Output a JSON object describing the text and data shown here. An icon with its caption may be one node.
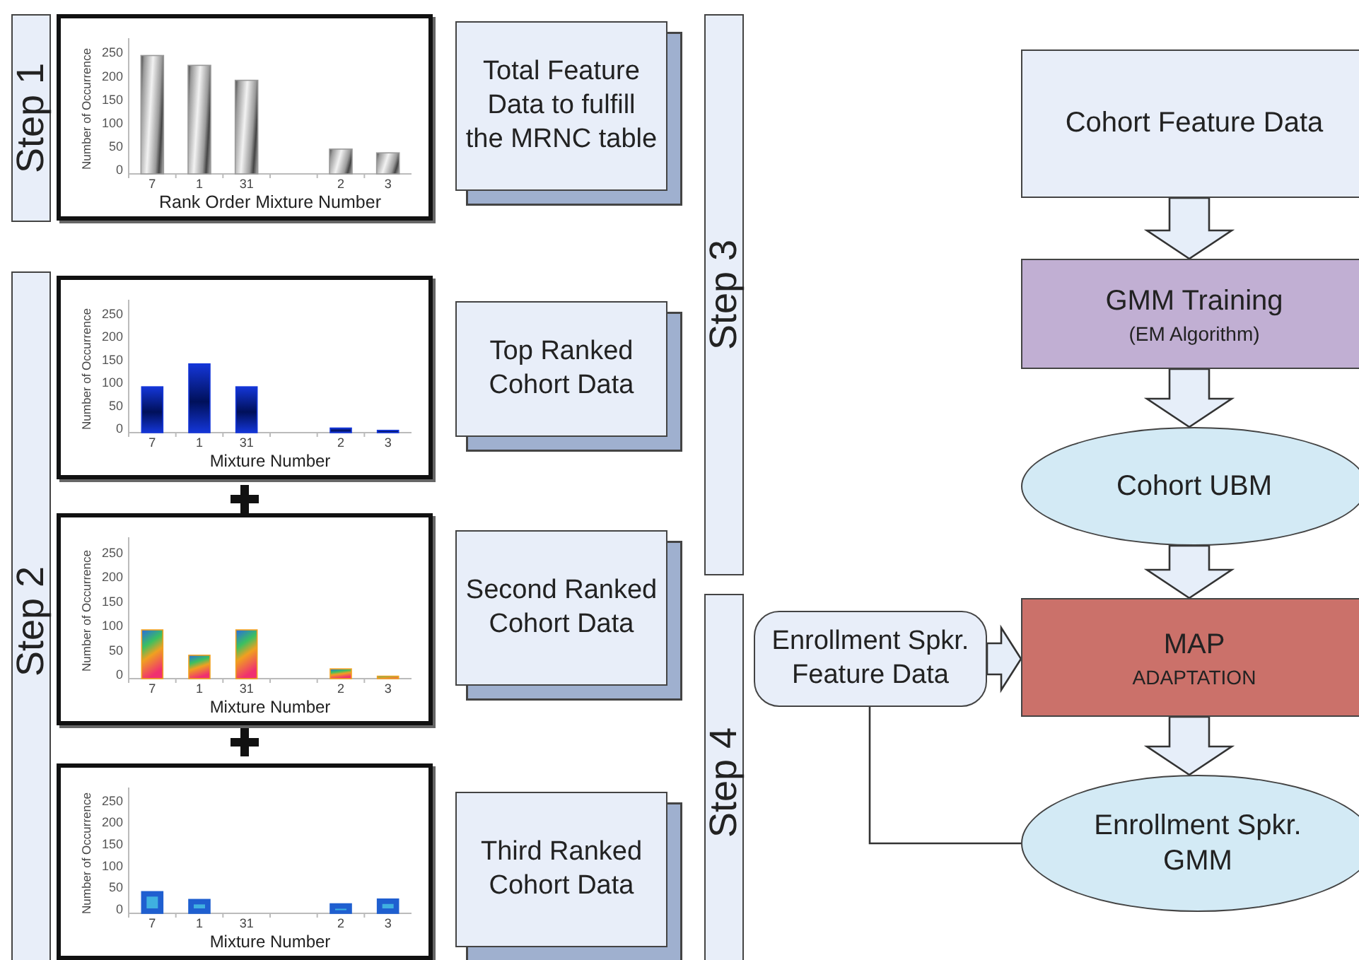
{
  "diagram": {
    "nodes": [
      {
        "text": [
          "Step 1"
        ]
      },
      {
        "text": [
          "Step 2"
        ]
      },
      {
        "text": [
          "Step 3"
        ]
      },
      {
        "text": [
          "Step 4"
        ]
      },
      {
        "text": [
          "Total Feature Data to fulfill the MRNC table"
        ]
      },
      {
        "text": [
          "Top Ranked Cohort Data"
        ]
      },
      {
        "text": [
          "Second Ranked Cohort Data"
        ]
      },
      {
        "text": [
          "Third Ranked Cohort Data"
        ]
      },
      {
        "text": [
          "Cohort Feature Data"
        ]
      },
      {
        "text": [
          "GMM Training",
          "(EM Algorithm)"
        ]
      },
      {
        "text": [
          "Cohort UBM"
        ]
      },
      {
        "text": [
          "MAP",
          "ADAPTATION"
        ]
      },
      {
        "text": [
          "Enrollment Spkr. Feature Data"
        ]
      },
      {
        "text": [
          "Enrollment Spkr. GMM"
        ]
      }
    ],
    "edges": [
      {
        "from": 8,
        "to": 9,
        "arrow": "to"
      },
      {
        "from": 9,
        "to": 10,
        "arrow": "to"
      },
      {
        "from": 10,
        "to": 11,
        "arrow": "to"
      },
      {
        "from": 12,
        "to": 11,
        "arrow": "to"
      },
      {
        "from": 11,
        "to": 13,
        "arrow": "to"
      },
      {
        "from": 12,
        "to": 13,
        "arrow": "none"
      }
    ],
    "chart_data": [
      {
        "type": "bar",
        "xlabel": "Rank Order Mixture Number",
        "ylabel": "Number of Occurrence",
        "categories": [
          "7",
          "1",
          "31",
          null,
          "2",
          "3"
        ],
        "series": [
          {
            "color": "#9a9a9a",
            "values": [
              253,
              232,
              200,
              null,
              53,
              45
            ]
          }
        ],
        "ylim": [
          0,
          290
        ],
        "yticks": [
          0,
          50,
          100,
          150,
          200,
          250
        ]
      },
      {
        "type": "bar",
        "xlabel": "Mixture Number",
        "ylabel": "Number of Occurrence",
        "categories": [
          "7",
          "1",
          "31",
          null,
          "2",
          "3"
        ],
        "series": [
          {
            "color": "#1436d8",
            "values": [
              100,
              150,
              100,
              null,
              10,
              5
            ]
          }
        ],
        "ylim": [
          0,
          290
        ],
        "yticks": [
          0,
          50,
          100,
          150,
          200,
          250
        ]
      },
      {
        "type": "bar",
        "xlabel": "Mixture Number",
        "ylabel": "Number of Occurrence",
        "categories": [
          "7",
          "1",
          "31",
          null,
          "2",
          "3"
        ],
        "series": [
          {
            "color": "#f0a020",
            "values": [
              100,
              48,
              100,
              null,
              20,
              5
            ]
          }
        ],
        "ylim": [
          0,
          290
        ],
        "yticks": [
          0,
          50,
          100,
          150,
          200,
          250
        ]
      },
      {
        "type": "bar",
        "xlabel": "Mixture Number",
        "ylabel": "Number of Occurrence",
        "categories": [
          "7",
          "1",
          "31",
          null,
          "2",
          "3"
        ],
        "series": [
          {
            "color": "#1f5fd0",
            "values": [
              50,
              32,
              null,
              null,
              22,
              33
            ]
          }
        ],
        "ylim": [
          0,
          290
        ],
        "yticks": [
          0,
          50,
          100,
          150,
          200,
          250
        ]
      }
    ]
  }
}
